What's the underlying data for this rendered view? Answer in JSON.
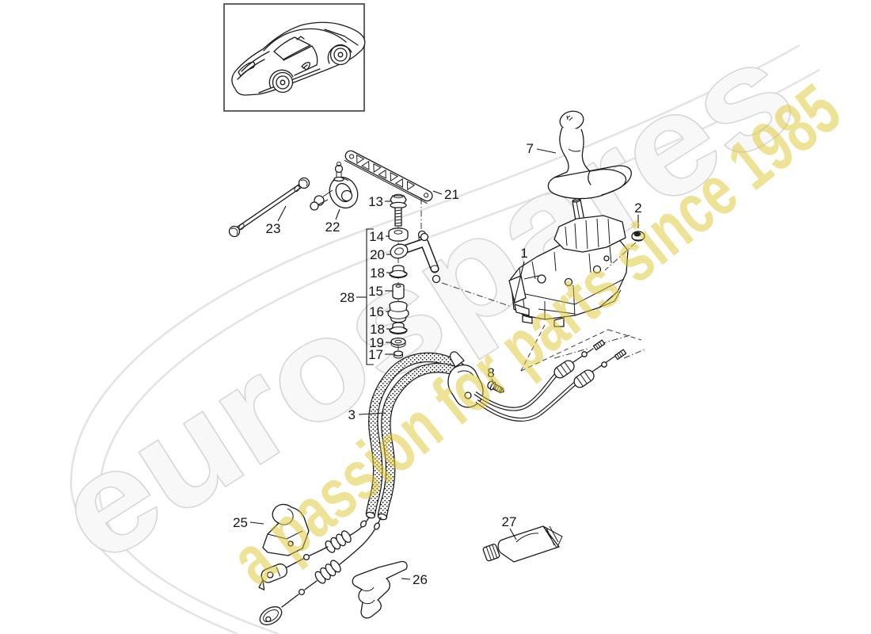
{
  "page": {
    "background": "#ffffff"
  },
  "watermark": {
    "brand": "eurospares",
    "tagline": "a passion for parts since 1985",
    "brand_outline_color": "#d6d6d6",
    "tagline_color": "#ddc72e",
    "swoosh_color": "#e4e4e4"
  },
  "diagram": {
    "ink_color": "#1b1b1b",
    "callouts": {
      "shift_knob": "7",
      "grommet": "2",
      "shifter_assembly": "1",
      "support_bar": "21",
      "bolt": "13",
      "washer": "14",
      "selector_lever": "20",
      "bushing_upper": "18",
      "spacer_sleeve": "15",
      "rubber_buffer": "16",
      "bushing_lower": "18",
      "washer_small": "19",
      "nut": "17",
      "repair_kit": "28",
      "bearing_clamp": "22",
      "connecting_rod": "23",
      "shift_cables": "3",
      "screw": "8",
      "retaining_bracket": "25",
      "retaining_clip": "26",
      "grease_tube": "27"
    }
  }
}
